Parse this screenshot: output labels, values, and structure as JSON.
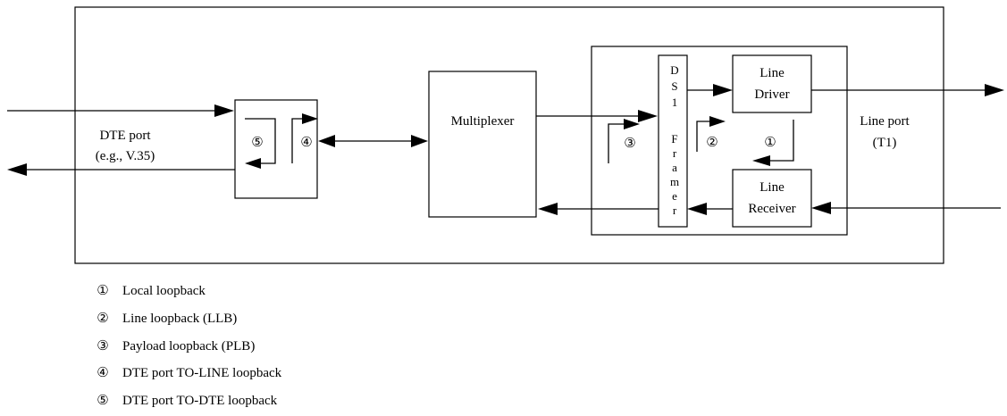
{
  "diagram": {
    "dte_port": {
      "line1": "DTE port",
      "line2": "(e.g., V.35)"
    },
    "line_port": {
      "line1": "Line port",
      "line2": "(T1)"
    },
    "multiplexer": "Multiplexer",
    "line_driver": {
      "line1": "Line",
      "line2": "Driver"
    },
    "line_receiver": {
      "line1": "Line",
      "line2": "Receiver"
    },
    "framer_letters": [
      "D",
      "S",
      "1",
      "",
      "F",
      "r",
      "a",
      "m",
      "e",
      "r"
    ],
    "loop_markers": {
      "m1": "①",
      "m2": "②",
      "m3": "③",
      "m4": "④",
      "m5": "⑤"
    }
  },
  "legend": [
    {
      "marker": "①",
      "text": "Local loopback"
    },
    {
      "marker": "②",
      "text": "Line loopback (LLB)"
    },
    {
      "marker": "③",
      "text": "Payload loopback (PLB)"
    },
    {
      "marker": "④",
      "text": "DTE port TO-LINE loopback"
    },
    {
      "marker": "⑤",
      "text": "DTE port TO-DTE loopback"
    }
  ]
}
